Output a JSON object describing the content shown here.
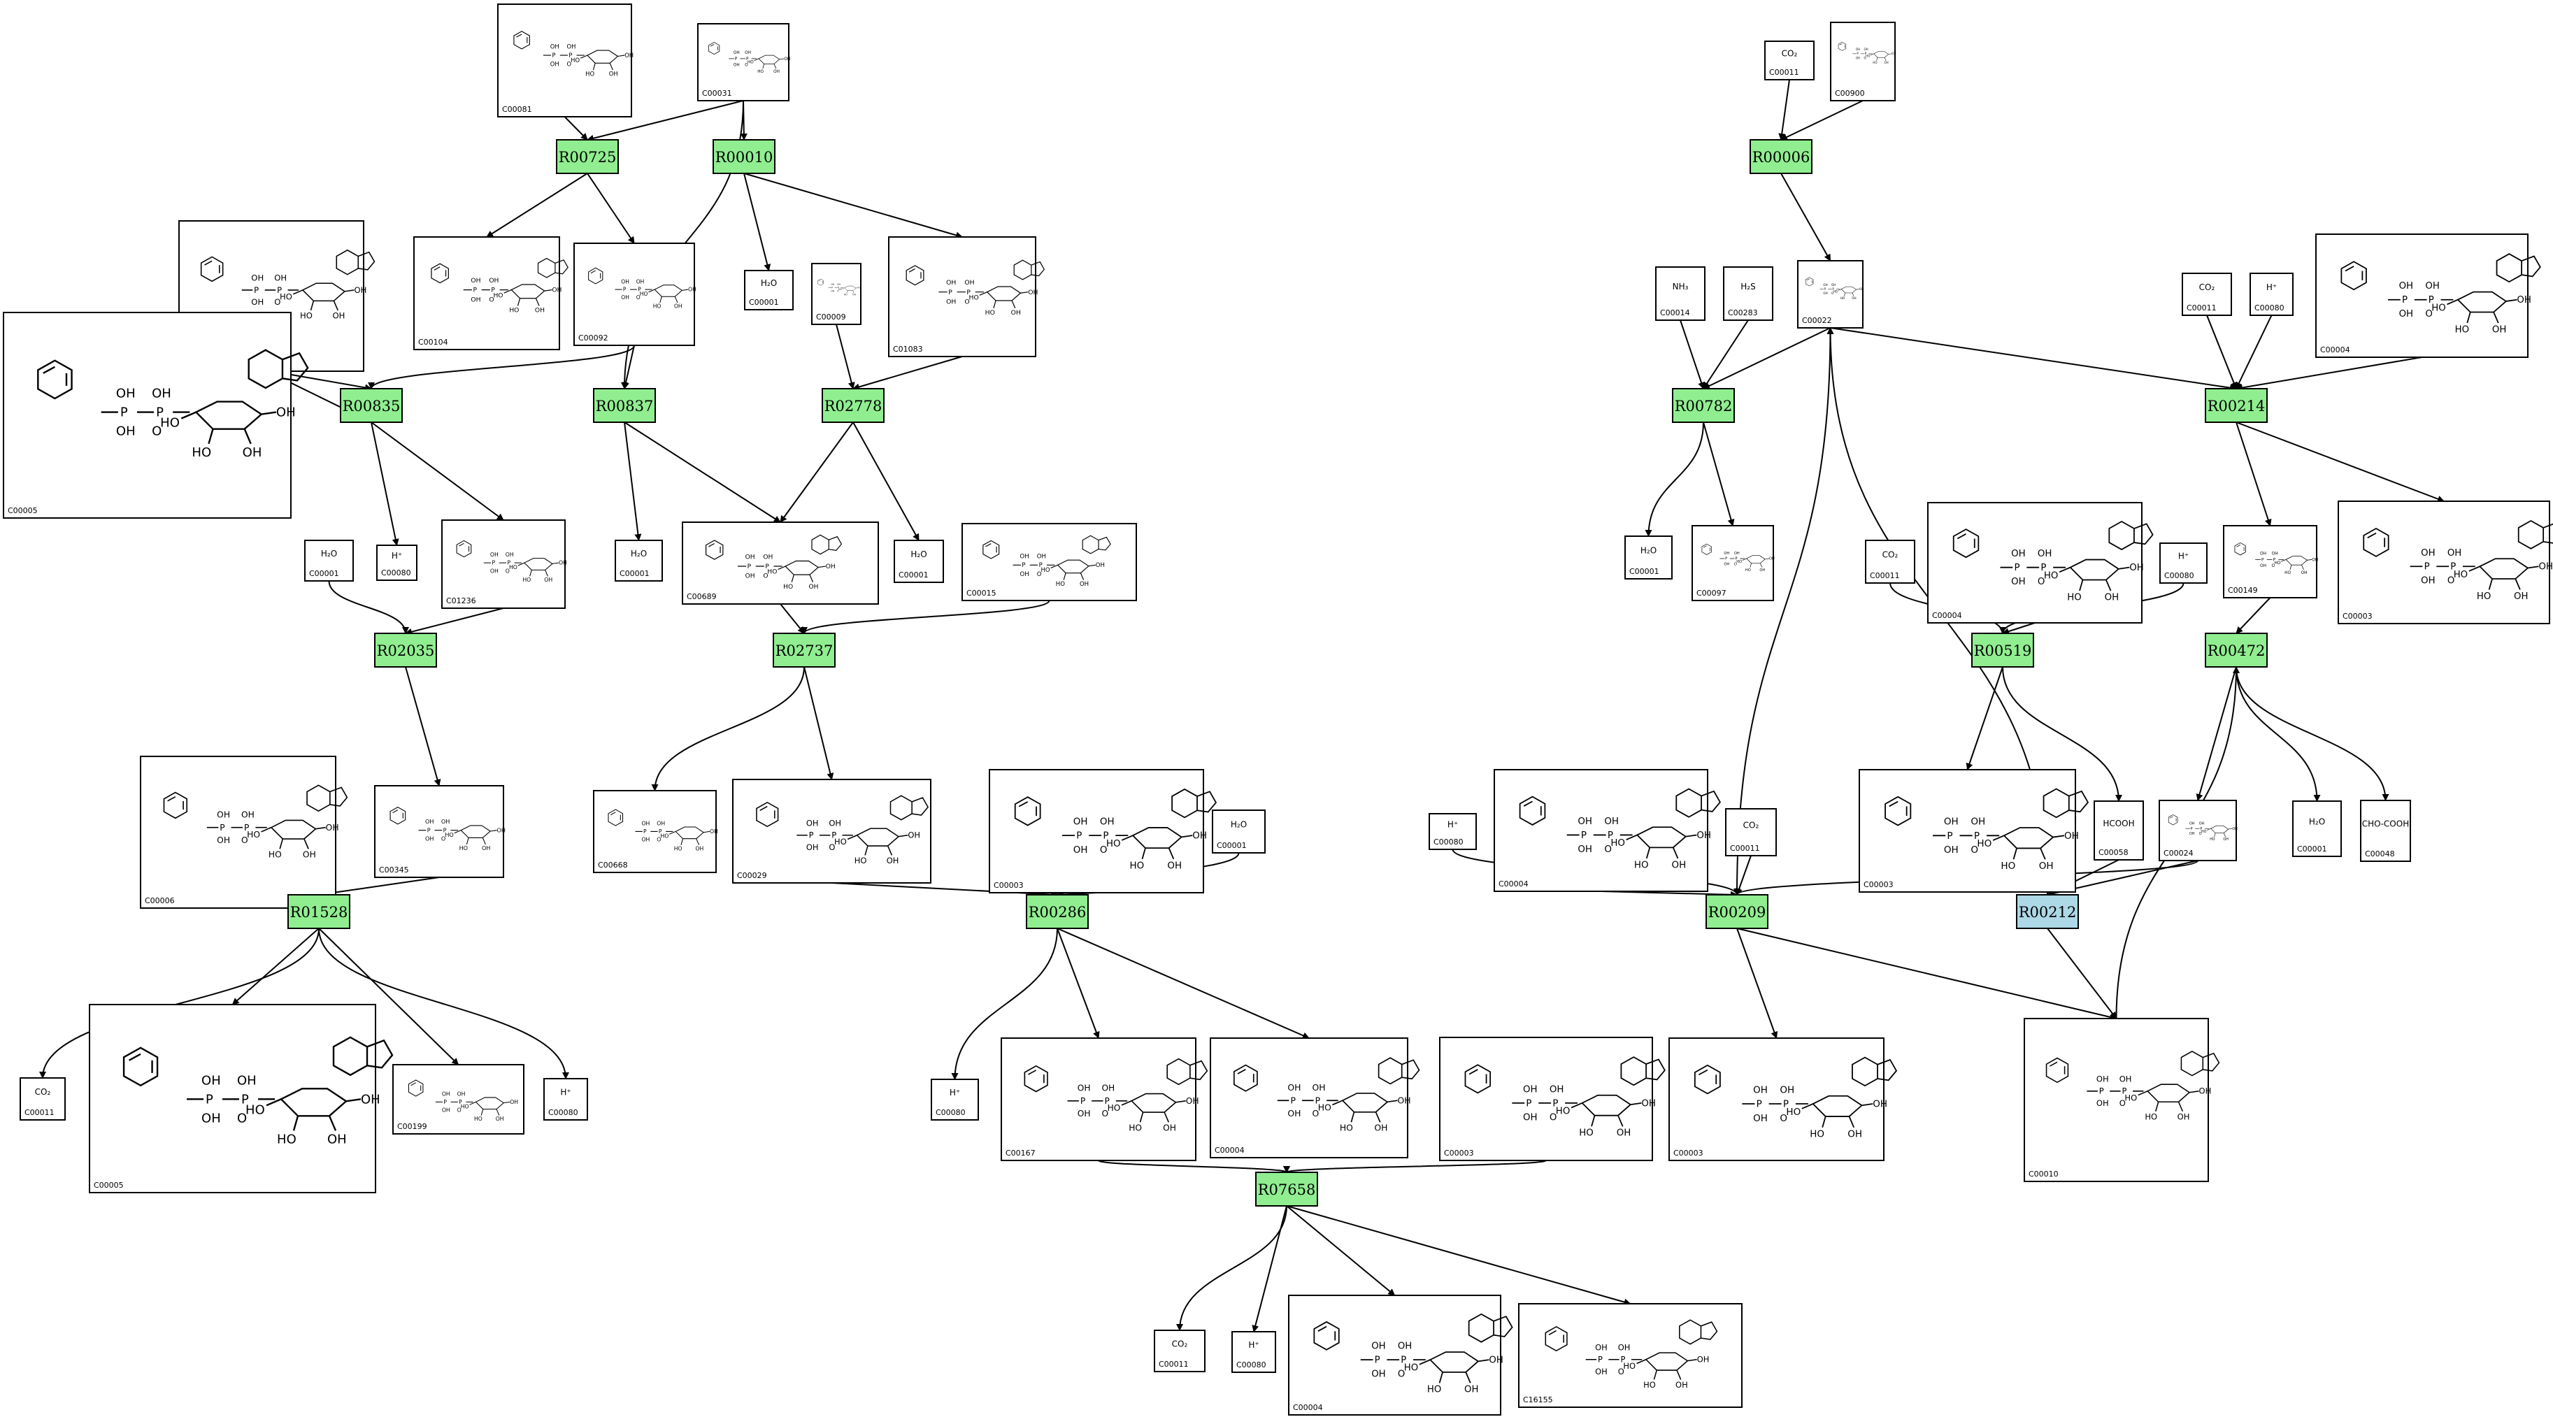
{
  "colors": {
    "reaction_fill": "#90ee90",
    "reaction_highlight_fill": "#add8e6",
    "border": "#000000",
    "background": "#ffffff"
  },
  "reactions": [
    {
      "id": "R00725"
    },
    {
      "id": "R00010"
    },
    {
      "id": "R00835"
    },
    {
      "id": "R00837"
    },
    {
      "id": "R02778"
    },
    {
      "id": "R02035"
    },
    {
      "id": "R02737"
    },
    {
      "id": "R01528"
    },
    {
      "id": "R00286"
    },
    {
      "id": "R07658"
    },
    {
      "id": "R00006"
    },
    {
      "id": "R00782"
    },
    {
      "id": "R00214"
    },
    {
      "id": "R00519"
    },
    {
      "id": "R00472"
    },
    {
      "id": "R00209"
    },
    {
      "id": "R00212",
      "highlight": true
    }
  ],
  "compounds": [
    {
      "id": "C00081"
    },
    {
      "id": "C00031"
    },
    {
      "id": "C00006"
    },
    {
      "id": "C00104"
    },
    {
      "id": "C00092"
    },
    {
      "id": "C00001"
    },
    {
      "id": "C00009"
    },
    {
      "id": "C01083"
    },
    {
      "id": "C00005"
    },
    {
      "id": "C00001"
    },
    {
      "id": "C00080"
    },
    {
      "id": "C01236"
    },
    {
      "id": "C00001"
    },
    {
      "id": "C00689"
    },
    {
      "id": "C00001"
    },
    {
      "id": "C00015"
    },
    {
      "id": "C00006"
    },
    {
      "id": "C00345"
    },
    {
      "id": "C00668"
    },
    {
      "id": "C00029"
    },
    {
      "id": "C00003"
    },
    {
      "id": "C00001"
    },
    {
      "id": "C00011"
    },
    {
      "id": "C00005"
    },
    {
      "id": "C00199"
    },
    {
      "id": "C00080"
    },
    {
      "id": "C00080"
    },
    {
      "id": "C00167"
    },
    {
      "id": "C00004"
    },
    {
      "id": "C00003"
    },
    {
      "id": "C00011"
    },
    {
      "id": "C00080"
    },
    {
      "id": "C00004"
    },
    {
      "id": "C16155"
    },
    {
      "id": "C00011"
    },
    {
      "id": "C00900"
    },
    {
      "id": "C00014"
    },
    {
      "id": "C00283"
    },
    {
      "id": "C00022"
    },
    {
      "id": "C00011"
    },
    {
      "id": "C00080"
    },
    {
      "id": "C00004"
    },
    {
      "id": "C00001"
    },
    {
      "id": "C00097"
    },
    {
      "id": "C00011"
    },
    {
      "id": "C00004"
    },
    {
      "id": "C00080"
    },
    {
      "id": "C00149"
    },
    {
      "id": "C00003"
    },
    {
      "id": "C00003"
    },
    {
      "id": "C00058"
    },
    {
      "id": "C00024"
    },
    {
      "id": "C00001"
    },
    {
      "id": "C00048"
    },
    {
      "id": "C00080"
    },
    {
      "id": "C00004"
    },
    {
      "id": "C00011"
    },
    {
      "id": "C00003"
    },
    {
      "id": "C00010"
    }
  ]
}
